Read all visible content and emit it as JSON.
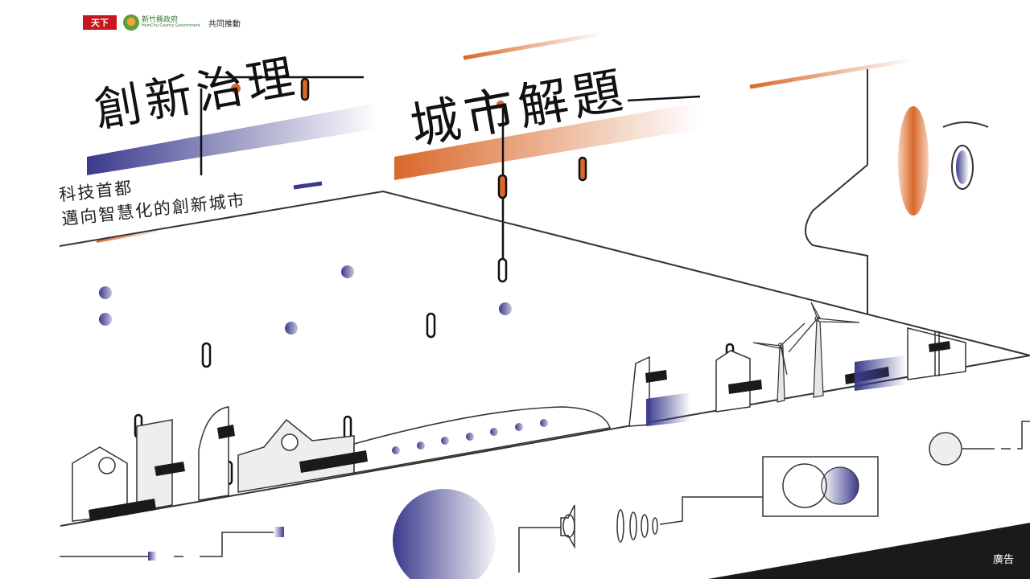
{
  "sponsors": {
    "publisher_logo": "天下",
    "government_logo_zh": "新竹縣政府",
    "government_logo_en": "HsinChu County Government",
    "co_promote": "共同推動"
  },
  "headline": {
    "part1": "創新治理",
    "part2": "城市解題"
  },
  "subtitle": {
    "line1": "科技首都",
    "line2": "邁向智慧化的創新城市"
  },
  "ad_label": "廣告",
  "colors": {
    "navy": "#3b3a8c",
    "orange": "#d9682b",
    "line": "#333333"
  }
}
